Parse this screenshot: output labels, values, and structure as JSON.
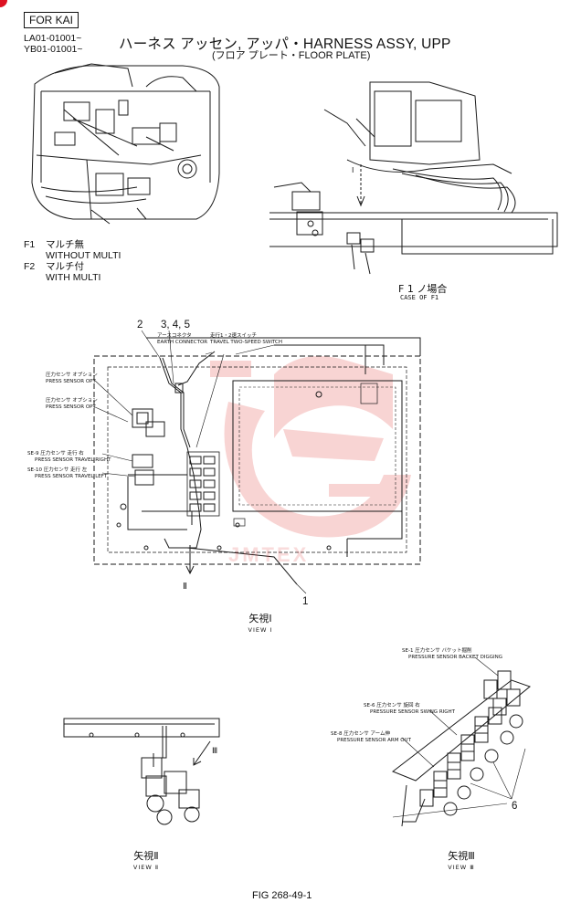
{
  "header": {
    "badge": "FOR KAI",
    "serials": [
      "LA01-01001~",
      "YB01-01001~"
    ],
    "title": "ハーネス アッセン, アッパ・HARNESS ASSY, UPP",
    "subtitle": "(フロア プレート・FLOOR PLATE)"
  },
  "notes": [
    {
      "code": "F1",
      "jp": "マルチ無",
      "en": "WITHOUT MULTI"
    },
    {
      "code": "F2",
      "jp": "マルチ付",
      "en": "WITH MULTI"
    }
  ],
  "case_label": {
    "jp": "F 1 ノ場合",
    "en": "CASE OF F1"
  },
  "view_main": {
    "callouts_top": [
      "2",
      "3, 4, 5"
    ],
    "callout_bottom": "1",
    "section_mark": "Ⅱ",
    "labels": {
      "earth_jp": "アースコネクタ",
      "earth_en": "EARTH CONNECTOR",
      "travel_switch_jp": "走行1・2速スイッチ",
      "travel_switch_en": "TRAVEL TWO-SPEED SWITCH",
      "opt1_jp": "圧力センサ オプション",
      "opt1_en": "PRESS SENSOR OPT",
      "opt2_jp": "圧力センサ オプション",
      "opt2_en": "PRESS SENSOR OPT",
      "se9_jp": "SE-9 圧力センサ 走行 右",
      "se9_en": "PRESS SENSOR TRAVEL RIGHT",
      "se10_jp": "SE-10 圧力センサ 走行 左",
      "se10_en": "PRESS SENSOR TRAVEL LEFT"
    },
    "caption_jp": "矢視Ⅰ",
    "caption_en": "VIEW Ⅰ"
  },
  "view_ii": {
    "caption_jp": "矢視Ⅱ",
    "caption_en": "VIEW Ⅱ",
    "arrow_mark": "Ⅲ"
  },
  "view_iii": {
    "caption_jp": "矢視Ⅲ",
    "caption_en": "VIEW Ⅲ",
    "callout": "6",
    "labels": {
      "se1_jp": "SE-1 圧力センサ バケット掘削",
      "se1_en": "PRESSURE SENSOR BACKET DIGGING",
      "se6_jp": "SE-6 圧力センサ 旋回 右",
      "se6_en": "PRESSURE SENSOR SWING RIGHT",
      "se8_jp": "SE-8 圧力センサ アーム伸",
      "se8_en": "PRESSURE SENSOR ARM OUT"
    }
  },
  "view_i_mark": "Ⅰ",
  "watermark": "JMTEX",
  "figure": "FIG 268-49-1",
  "colors": {
    "line": "#1a1a1a",
    "watermark": "#e0403c"
  }
}
